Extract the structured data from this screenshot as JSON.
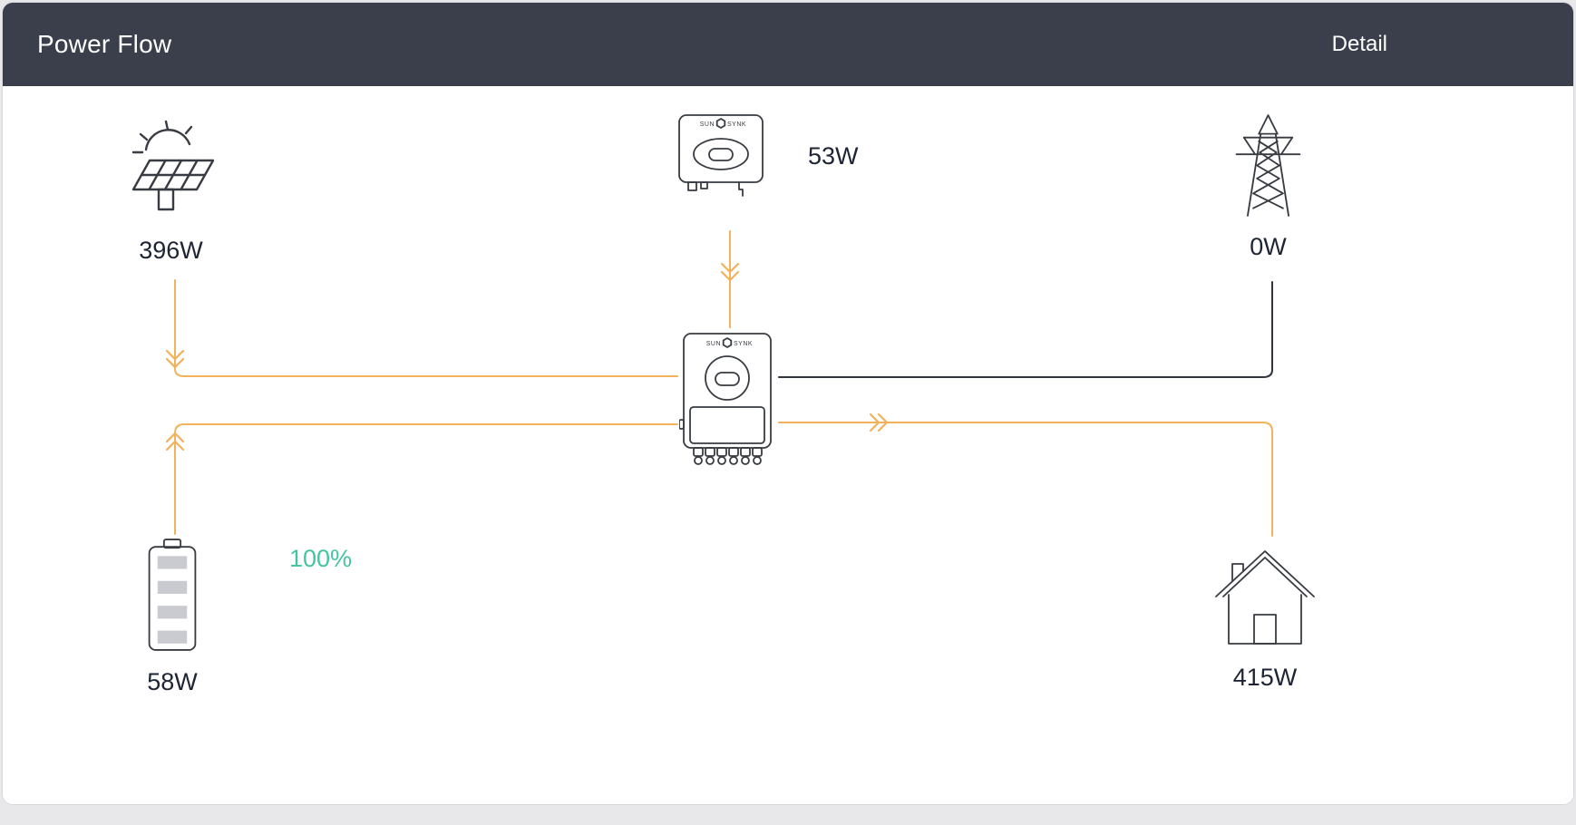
{
  "header": {
    "title": "Power Flow",
    "detail_label": "Detail"
  },
  "brand": {
    "left": "SUN",
    "right": "SYNK"
  },
  "nodes": {
    "solar": {
      "value": "396W"
    },
    "aux_inverter": {
      "value": "53W"
    },
    "grid": {
      "value": "0W"
    },
    "battery": {
      "value": "58W",
      "soc": "100%"
    },
    "load": {
      "value": "415W"
    }
  },
  "colors": {
    "header_bg": "#3a3f4b",
    "header_text": "#ffffff",
    "accent_flow": "#f2b25c",
    "idle_line": "#30343f",
    "soc_text": "#45c4a2",
    "icon_stroke": "#383c42",
    "battery_bar": "#c9cbd1",
    "value_text": "#1d2433"
  }
}
